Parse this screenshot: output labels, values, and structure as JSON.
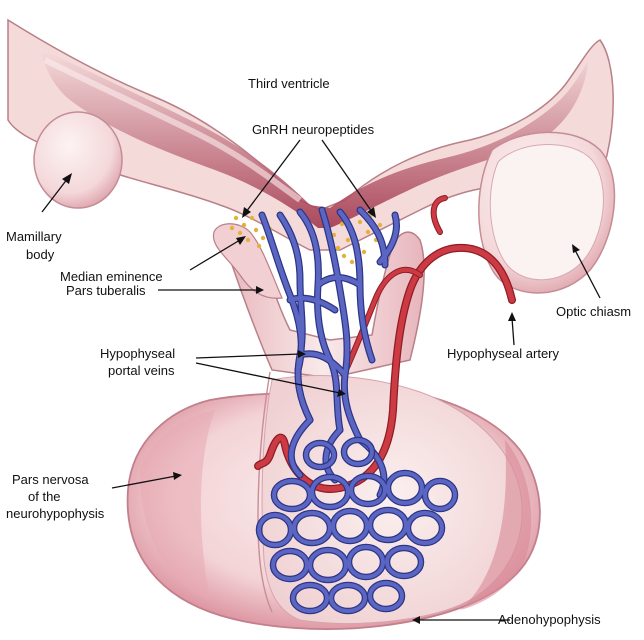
{
  "labels": {
    "third_ventricle": "Third ventricle",
    "gnrh": "GnRH neuropeptides",
    "mamillary_1": "Mamillary",
    "mamillary_2": "body",
    "median_eminence": "Median eminence",
    "pars_tuberalis": "Pars tuberalis",
    "portal_1": "Hypophyseal",
    "portal_2": "portal veins",
    "optic_chiasm": "Optic chiasm",
    "hyp_artery": "Hypophyseal artery",
    "pars_nervosa_1": "Pars nervosa",
    "pars_nervosa_2": "of the",
    "pars_nervosa_3": "neurohypophysis",
    "adeno": "Adenohypophysis"
  },
  "colors": {
    "tissue_light": "#f7e3e3",
    "tissue_mid": "#eab9bf",
    "tissue_dark": "#c05a6d",
    "ventricle_dark": "#9e2f46",
    "vein_fill": "#5a66c2",
    "vein_edge": "#2c3587",
    "artery_fill": "#cc3a44",
    "artery_edge": "#8e1c25",
    "granule": "#e2b33c",
    "outline": "#b88088"
  }
}
